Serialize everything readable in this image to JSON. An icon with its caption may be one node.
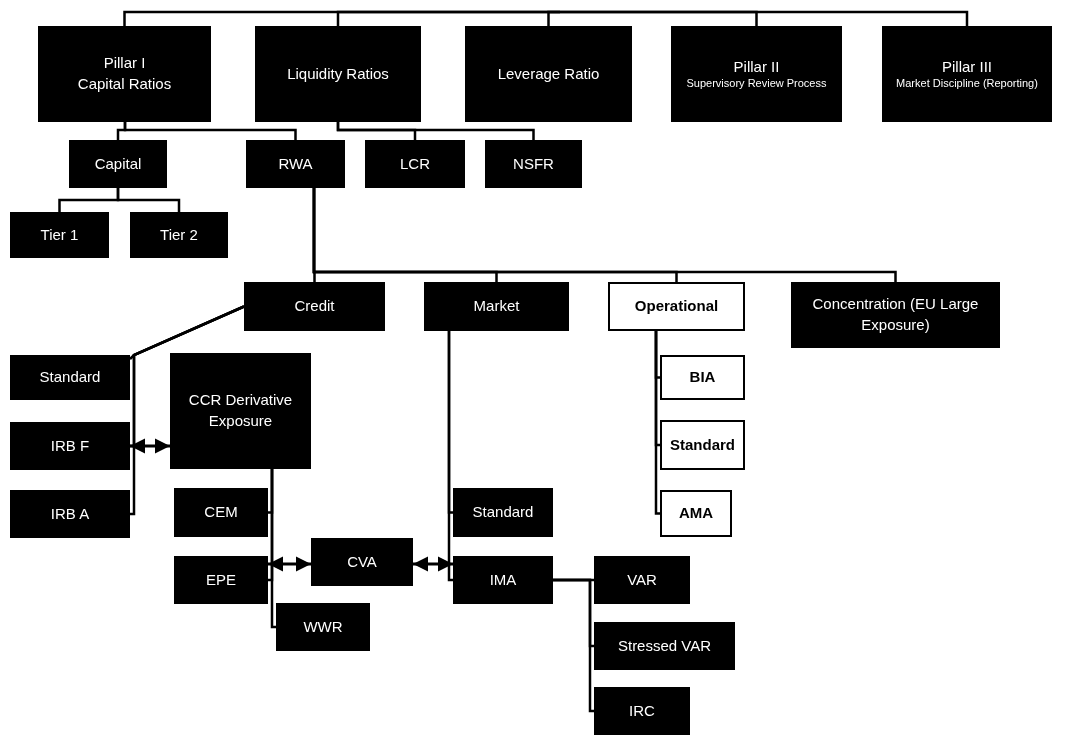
{
  "diagram": {
    "nodes": [
      {
        "text": [
          "Pillar I",
          "Capital Ratios"
        ]
      },
      {
        "text": [
          "Liquidity Ratios"
        ]
      },
      {
        "text": [
          "Leverage Ratio"
        ]
      },
      {
        "text": [
          "Pillar II",
          "Supervisory Review Process"
        ]
      },
      {
        "text": [
          "Pillar III",
          "Market Discipline (Reporting)"
        ]
      },
      {
        "text": [
          "Capital"
        ]
      },
      {
        "text": [
          "RWA"
        ]
      },
      {
        "text": [
          "LCR"
        ]
      },
      {
        "text": [
          "NSFR"
        ]
      },
      {
        "text": [
          "Tier 1"
        ]
      },
      {
        "text": [
          "Tier 2"
        ]
      },
      {
        "text": [
          "Credit"
        ]
      },
      {
        "text": [
          "Market"
        ]
      },
      {
        "text": [
          "Operational"
        ]
      },
      {
        "text": [
          "Concentration (EU Large Exposure)"
        ]
      },
      {
        "text": [
          "Standard"
        ]
      },
      {
        "text": [
          "IRB F"
        ]
      },
      {
        "text": [
          "IRB A"
        ]
      },
      {
        "text": [
          "CCR Derivative Exposure"
        ]
      },
      {
        "text": [
          "BIA"
        ]
      },
      {
        "text": [
          "Standard"
        ]
      },
      {
        "text": [
          "AMA"
        ]
      },
      {
        "text": [
          "CEM"
        ]
      },
      {
        "text": [
          "CVA"
        ]
      },
      {
        "text": [
          "Standard"
        ]
      },
      {
        "text": [
          "EPE"
        ]
      },
      {
        "text": [
          "IMA"
        ]
      },
      {
        "text": [
          "WWR"
        ]
      },
      {
        "text": [
          "VAR"
        ]
      },
      {
        "text": [
          "Stressed VAR"
        ]
      },
      {
        "text": [
          "IRC"
        ]
      }
    ],
    "edges": [
      {
        "from": null,
        "to": 0,
        "arrow": "none"
      },
      {
        "from": null,
        "to": 1,
        "arrow": "none"
      },
      {
        "from": null,
        "to": 2,
        "arrow": "none"
      },
      {
        "from": null,
        "to": 3,
        "arrow": "none"
      },
      {
        "from": null,
        "to": 4,
        "arrow": "none"
      },
      {
        "from": 0,
        "to": 5,
        "arrow": "none"
      },
      {
        "from": 0,
        "to": 6,
        "arrow": "none"
      },
      {
        "from": 1,
        "to": 7,
        "arrow": "none"
      },
      {
        "from": 1,
        "to": 8,
        "arrow": "none"
      },
      {
        "from": 5,
        "to": 9,
        "arrow": "none"
      },
      {
        "from": 5,
        "to": 10,
        "arrow": "none"
      },
      {
        "from": 6,
        "to": 11,
        "arrow": "none"
      },
      {
        "from": 6,
        "to": 12,
        "arrow": "none"
      },
      {
        "from": 6,
        "to": 13,
        "arrow": "none"
      },
      {
        "from": 6,
        "to": 14,
        "arrow": "none"
      },
      {
        "from": 11,
        "to": 15,
        "arrow": "none"
      },
      {
        "from": 11,
        "to": 16,
        "arrow": "none"
      },
      {
        "from": 11,
        "to": 17,
        "arrow": "none"
      },
      {
        "from": 16,
        "to": 18,
        "arrow": "both"
      },
      {
        "from": 13,
        "to": 19,
        "arrow": "none"
      },
      {
        "from": 13,
        "to": 20,
        "arrow": "none"
      },
      {
        "from": 13,
        "to": 21,
        "arrow": "none"
      },
      {
        "from": 18,
        "to": 22,
        "arrow": "none"
      },
      {
        "from": 18,
        "to": 25,
        "arrow": "none"
      },
      {
        "from": 18,
        "to": 27,
        "arrow": "none"
      },
      {
        "from": 25,
        "to": 23,
        "arrow": "both"
      },
      {
        "from": 23,
        "to": 26,
        "arrow": "both"
      },
      {
        "from": 12,
        "to": 24,
        "arrow": "none"
      },
      {
        "from": 12,
        "to": 26,
        "arrow": "none"
      },
      {
        "from": 26,
        "to": 28,
        "arrow": "none"
      },
      {
        "from": 26,
        "to": 29,
        "arrow": "none"
      },
      {
        "from": 26,
        "to": 30,
        "arrow": "none"
      }
    ]
  }
}
